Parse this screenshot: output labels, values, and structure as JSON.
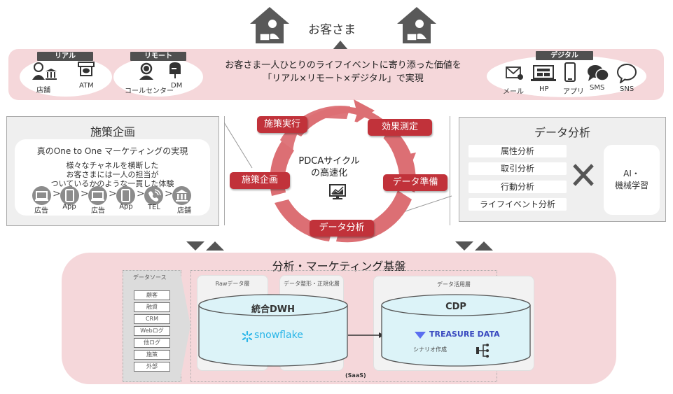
{
  "customer": {
    "title": "お客さま",
    "icons": [
      "house-person-icon",
      "house-person-icon"
    ]
  },
  "channels": {
    "message_line1": "お客さま一人ひとりのライフイベントに寄り添った価値を",
    "message_line2": "「リアル×リモート×デジタル」で実現",
    "groups": [
      {
        "tag": "リアル",
        "items": [
          {
            "label": "店舗",
            "icon": "branch-staff-icon"
          },
          {
            "label": "ATM",
            "icon": "atm-icon"
          }
        ]
      },
      {
        "tag": "リモート",
        "items": [
          {
            "label": "コールセンター",
            "icon": "call-center-icon"
          },
          {
            "label": "DM",
            "icon": "mailbox-icon"
          }
        ]
      },
      {
        "tag": "デジタル",
        "items": [
          {
            "label": "メール",
            "icon": "mail-icon"
          },
          {
            "label": "HP",
            "icon": "laptop-icon"
          },
          {
            "label": "アプリ",
            "icon": "smartphone-icon"
          },
          {
            "label": "SMS",
            "icon": "chat-bubbles-icon"
          },
          {
            "label": "SNS",
            "icon": "speech-bubble-icon"
          }
        ]
      }
    ]
  },
  "planning": {
    "title": "施策企画",
    "headline": "真のOne to One マーケティングの実現",
    "desc_line1": "様々なチャネルを横断した",
    "desc_line2": "お客さまには一人の担当が",
    "desc_line3": "ついているかのような一貫した体験",
    "journey": [
      {
        "label": "広告",
        "icon": "laptop-icon"
      },
      {
        "label": "App",
        "icon": "tablet-icon"
      },
      {
        "label": "広告",
        "icon": "laptop-icon"
      },
      {
        "label": "App",
        "icon": "tablet-icon"
      },
      {
        "label": "TEL",
        "icon": "phone-icon"
      },
      {
        "label": "店舗",
        "icon": "bank-icon"
      }
    ],
    "arrow": ">"
  },
  "pdca": {
    "center_line1": "PDCAサイクル",
    "center_line2": "の高速化",
    "center_icon": "monitor-chart-icon",
    "steps": [
      "施策実行",
      "効果測定",
      "施策企画",
      "データ準備",
      "データ分析"
    ],
    "ring_color": "#dc6f74",
    "label_color": "#c1323a"
  },
  "analysis": {
    "title": "データ分析",
    "items": [
      "属性分析",
      "取引分析",
      "行動分析",
      "ライフイベント分析"
    ],
    "cross": "×",
    "ai_line1": "AI・",
    "ai_line2": "機械学習"
  },
  "platform": {
    "title": "分析・マーケティング基盤",
    "datasource": {
      "title": "データソース",
      "items": [
        "顧客",
        "融資",
        "CRM",
        "Webログ",
        "他ログ",
        "施策",
        "外部"
      ]
    },
    "layers": [
      "Rawデータ層",
      "データ整形・正規化層",
      "データ活用層"
    ],
    "dwh": {
      "title": "統合DWH",
      "brand": "snowflake"
    },
    "cdp": {
      "title": "CDP",
      "brand": "TREASURE DATA",
      "feature": "シナリオ作成"
    },
    "saas_label": "(SaaS)",
    "brand_colors": {
      "snowflake": "#29b5e8",
      "treasure": "#3a4ac0",
      "cylinder": "#dcf3f8"
    }
  }
}
